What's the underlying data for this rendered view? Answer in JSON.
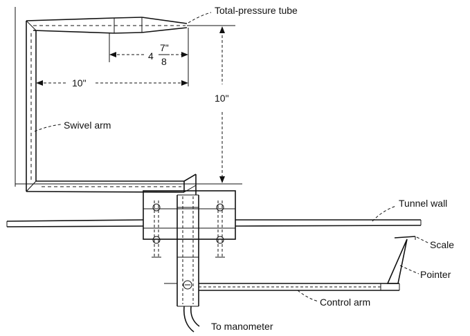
{
  "labels": {
    "total_pressure_tube": "Total-pressure tube",
    "swivel_arm": "Swivel arm",
    "tunnel_wall": "Tunnel wall",
    "scale": "Scale",
    "pointer": "Pointer",
    "control_arm": "Control arm",
    "to_manometer": "To manometer"
  },
  "dimensions": {
    "tube_length_whole": "4",
    "tube_length_num": "7\"",
    "tube_length_den": "8",
    "horizontal": "10\"",
    "vertical": "10\""
  }
}
